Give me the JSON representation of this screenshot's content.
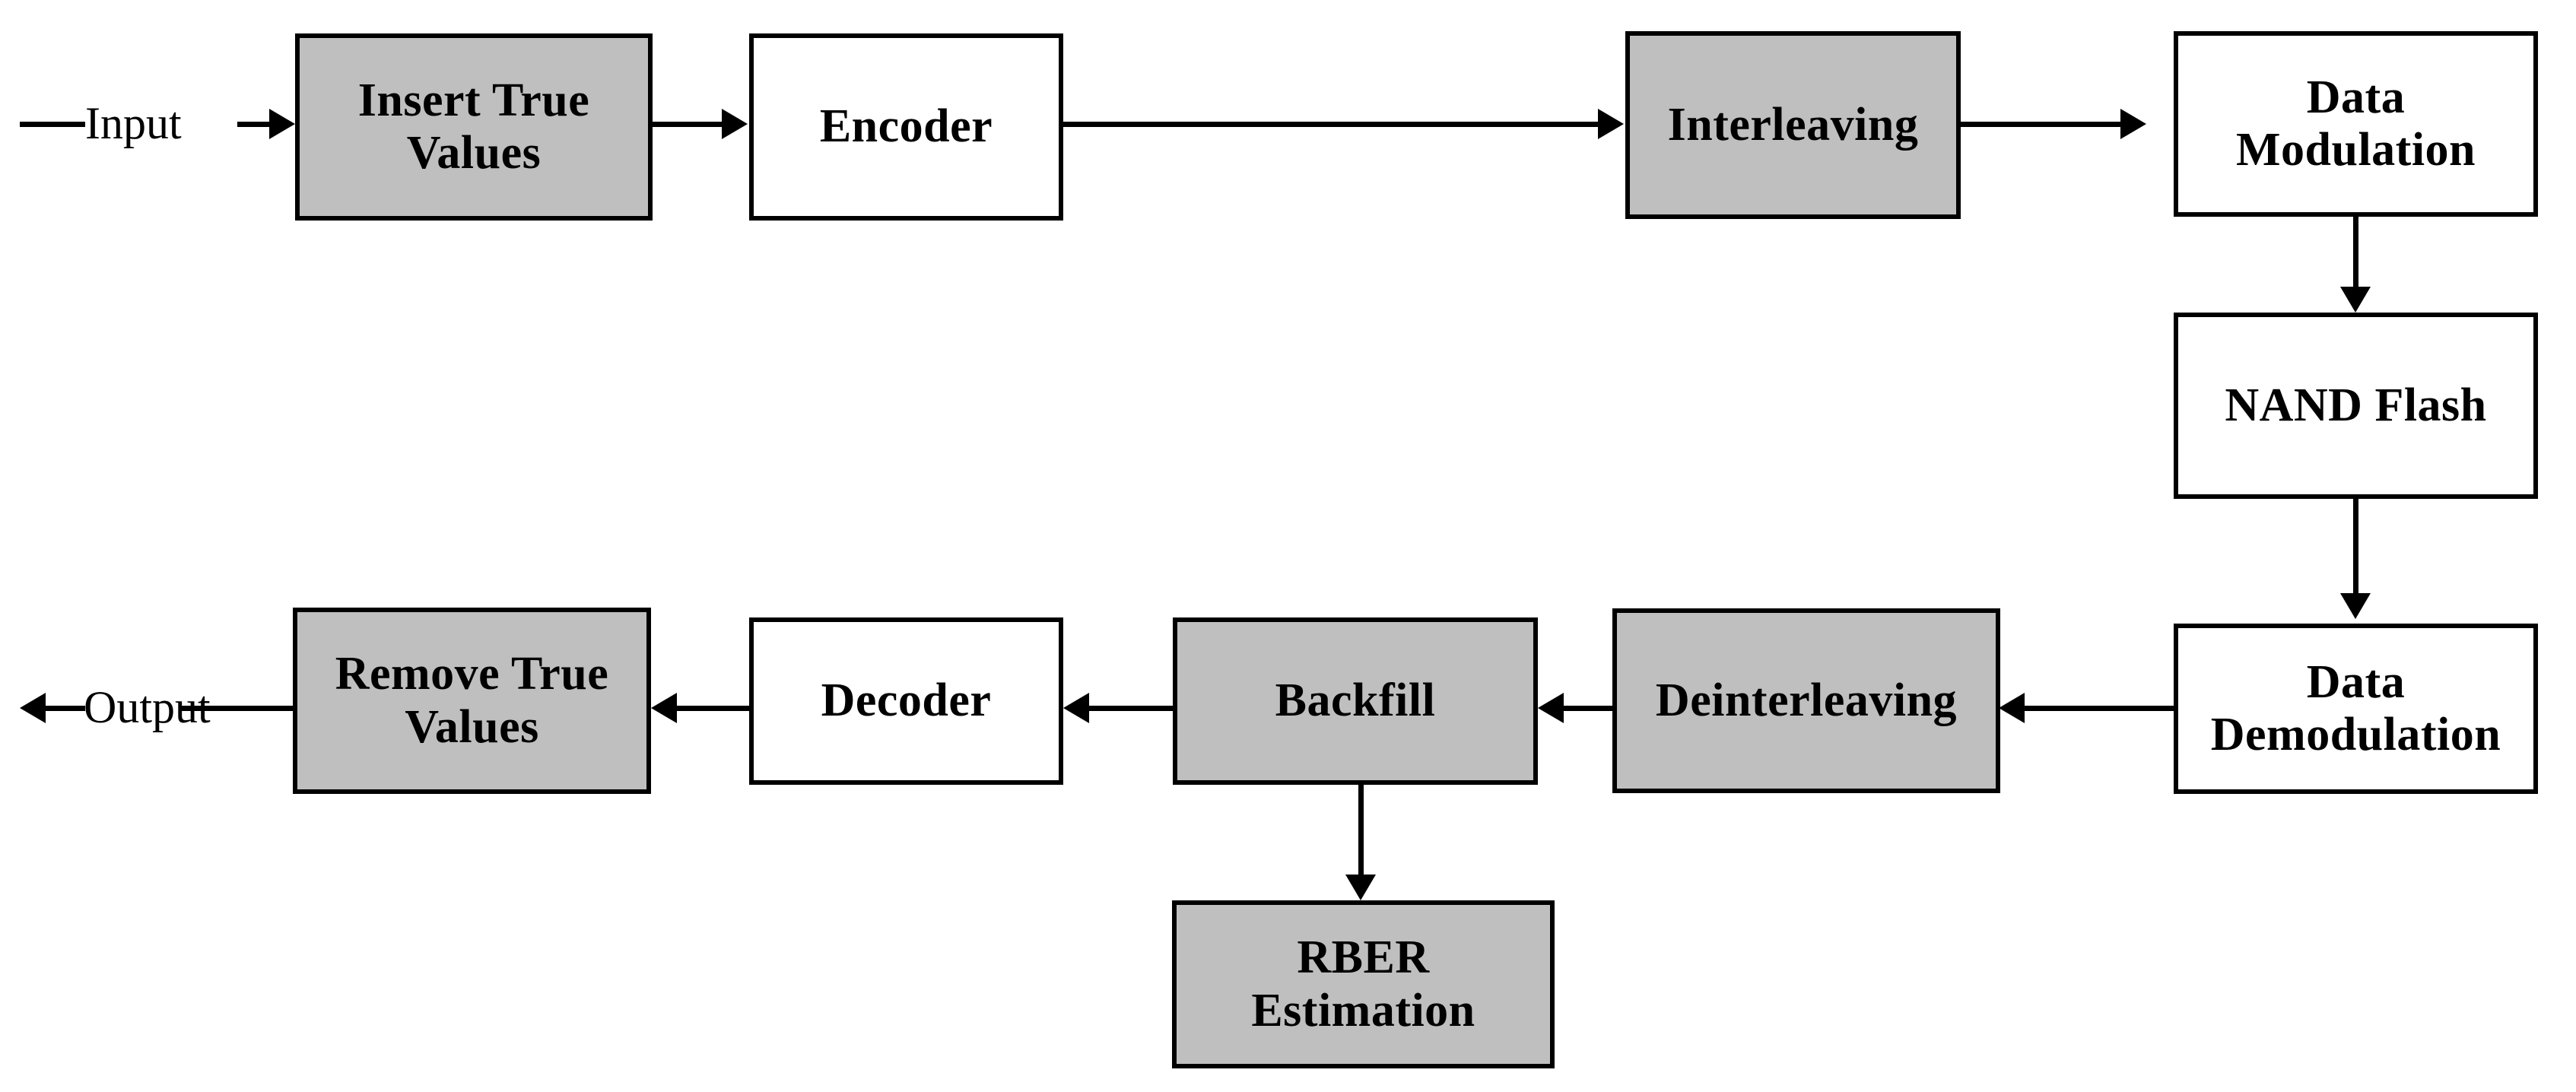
{
  "diagram": {
    "title": "NAND Flash ECC Read/Write Chain Block Diagram",
    "colors": {
      "highlight_fill": "#bfbfbf",
      "plain_fill": "#ffffff",
      "stroke": "#000000"
    },
    "io": {
      "input_label": "Input",
      "output_label": "Output"
    },
    "nodes": [
      {
        "id": "insert-true-values",
        "label": "Insert True\nValues",
        "fill": "#bfbfbf"
      },
      {
        "id": "encoder",
        "label": "Encoder",
        "fill": "#ffffff"
      },
      {
        "id": "interleaving",
        "label": "Interleaving",
        "fill": "#bfbfbf"
      },
      {
        "id": "data-modulation",
        "label": "Data\nModulation",
        "fill": "#ffffff"
      },
      {
        "id": "nand-flash",
        "label": "NAND Flash",
        "fill": "#ffffff"
      },
      {
        "id": "data-demodulation",
        "label": "Data\nDemodulation",
        "fill": "#ffffff"
      },
      {
        "id": "deinterleaving",
        "label": "Deinterleaving",
        "fill": "#bfbfbf"
      },
      {
        "id": "backfill",
        "label": "Backfill",
        "fill": "#bfbfbf"
      },
      {
        "id": "decoder",
        "label": "Decoder",
        "fill": "#ffffff"
      },
      {
        "id": "remove-true-values",
        "label": "Remove True\nValues",
        "fill": "#bfbfbf"
      },
      {
        "id": "rber-estimation",
        "label": "RBER\nEstimation",
        "fill": "#bfbfbf"
      }
    ],
    "edges": [
      {
        "from": "input",
        "to": "insert-true-values",
        "direction": "right"
      },
      {
        "from": "insert-true-values",
        "to": "encoder",
        "direction": "right"
      },
      {
        "from": "encoder",
        "to": "interleaving",
        "direction": "right"
      },
      {
        "from": "interleaving",
        "to": "data-modulation",
        "direction": "right"
      },
      {
        "from": "data-modulation",
        "to": "nand-flash",
        "direction": "down"
      },
      {
        "from": "nand-flash",
        "to": "data-demodulation",
        "direction": "down"
      },
      {
        "from": "data-demodulation",
        "to": "deinterleaving",
        "direction": "left"
      },
      {
        "from": "deinterleaving",
        "to": "backfill",
        "direction": "left"
      },
      {
        "from": "backfill",
        "to": "decoder",
        "direction": "left"
      },
      {
        "from": "decoder",
        "to": "remove-true-values",
        "direction": "left"
      },
      {
        "from": "remove-true-values",
        "to": "output",
        "direction": "left"
      },
      {
        "from": "backfill",
        "to": "rber-estimation",
        "direction": "down"
      }
    ]
  }
}
